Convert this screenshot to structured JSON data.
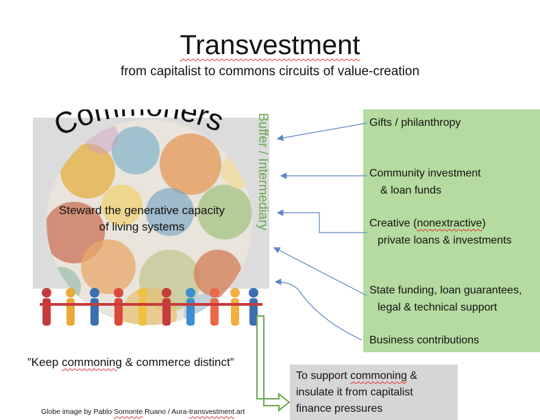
{
  "title": "Transvestment",
  "subtitle": "from capitalist to commons circuits of value-creation",
  "globe": {
    "heading": "Commoners",
    "center_text_line1": "Steward the generative capacity",
    "center_text_line2": "of living systems"
  },
  "buffer_label": "Buffer / Intermediary",
  "sources": {
    "gifts": "Gifts / philanthropy",
    "community_line1": "Community investment",
    "community_line2": "& loan funds",
    "creative_line1_a": "Creative (",
    "creative_line1_b": "nonextractive",
    "creative_line1_c": ")",
    "creative_line2": "private loans & investments",
    "state_line1": "State funding, loan guarantees,",
    "state_line2": "legal & technical support",
    "business": "Business contributions"
  },
  "motto_a": "”Keep ",
  "motto_b": "commoning",
  "motto_c": " & commerce distinct”",
  "credit_a": "Globe image by Pablo ",
  "credit_b": "Somonte",
  "credit_c": " Ruano / Aura-",
  "credit_d": "transvestment",
  "credit_e": ".art",
  "support": {
    "line1_a": "To support ",
    "line1_b": "commoning",
    "line1_c": " &",
    "line2": "insulate it from capitalist",
    "line3": "finance pressures"
  },
  "colors": {
    "panel_green": "#b5dba0",
    "buffer_green": "#6aa84f",
    "arrow_blue": "#5b86c5",
    "support_gray": "#d6d6d6"
  }
}
